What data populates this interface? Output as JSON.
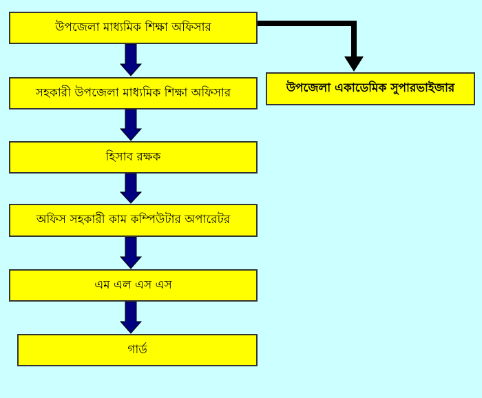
{
  "chart": {
    "nodes": [
      {
        "label": "উপজেলা মাধ্যমিক শিক্ষা অফিসার"
      },
      {
        "label": "সহকারী উপজেলা মাধ্যমিক শিক্ষা অফিসার"
      },
      {
        "label": "হিসাব রক্ষক"
      },
      {
        "label": "অফিস সহকারী কাম কম্পিউটার অপারেটর"
      },
      {
        "label": "এম এল এস এস"
      },
      {
        "label": "গার্ড"
      }
    ],
    "side_node": {
      "label": "উপজেলা একাডেমিক সুপারভাইজার"
    },
    "colors": {
      "background": "#ccffff",
      "box": "#ffff00",
      "arrow_main": "#000080",
      "arrow_side": "#000000"
    }
  }
}
